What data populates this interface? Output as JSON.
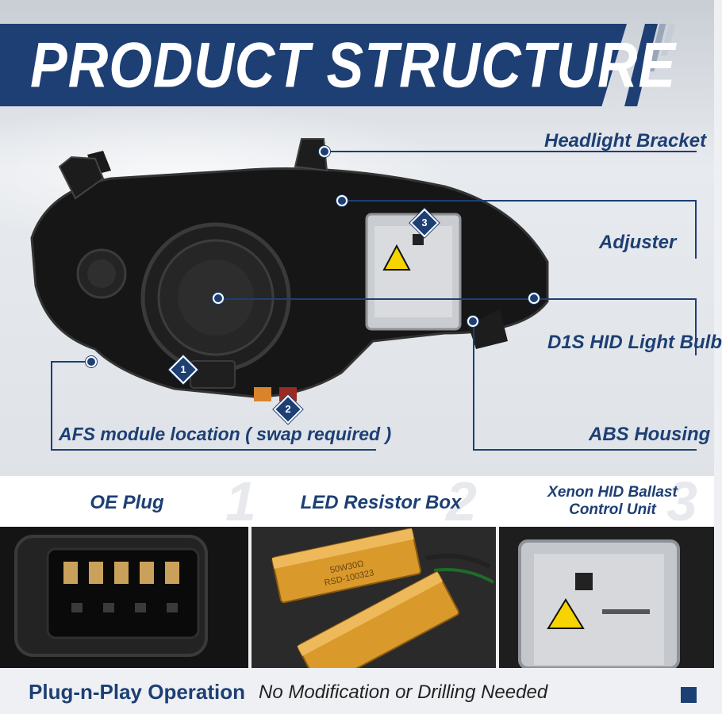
{
  "title": "PRODUCT STRUCTURE",
  "labels": {
    "headlight_bracket": "Headlight Bracket",
    "adjuster": "Adjuster",
    "d1s_bulb": "D1S HID Light Bulb",
    "abs_housing": "ABS Housing",
    "afs_module": "AFS module location ( swap required )"
  },
  "badges": [
    "1",
    "2",
    "3"
  ],
  "captions": [
    {
      "text": "OE Plug",
      "num": "1"
    },
    {
      "text": "LED Resistor Box",
      "num": "2"
    },
    {
      "text": "Xenon HID Ballast Control Unit",
      "num": "3"
    }
  ],
  "resistor_text": [
    "50W30Ω",
    "RSD-100323"
  ],
  "footer": {
    "strong": "Plug-n-Play Operation",
    "light": "No Modification or Drilling Needed"
  },
  "colors": {
    "brand": "#1d3f74",
    "gold": "#d99a2b"
  }
}
